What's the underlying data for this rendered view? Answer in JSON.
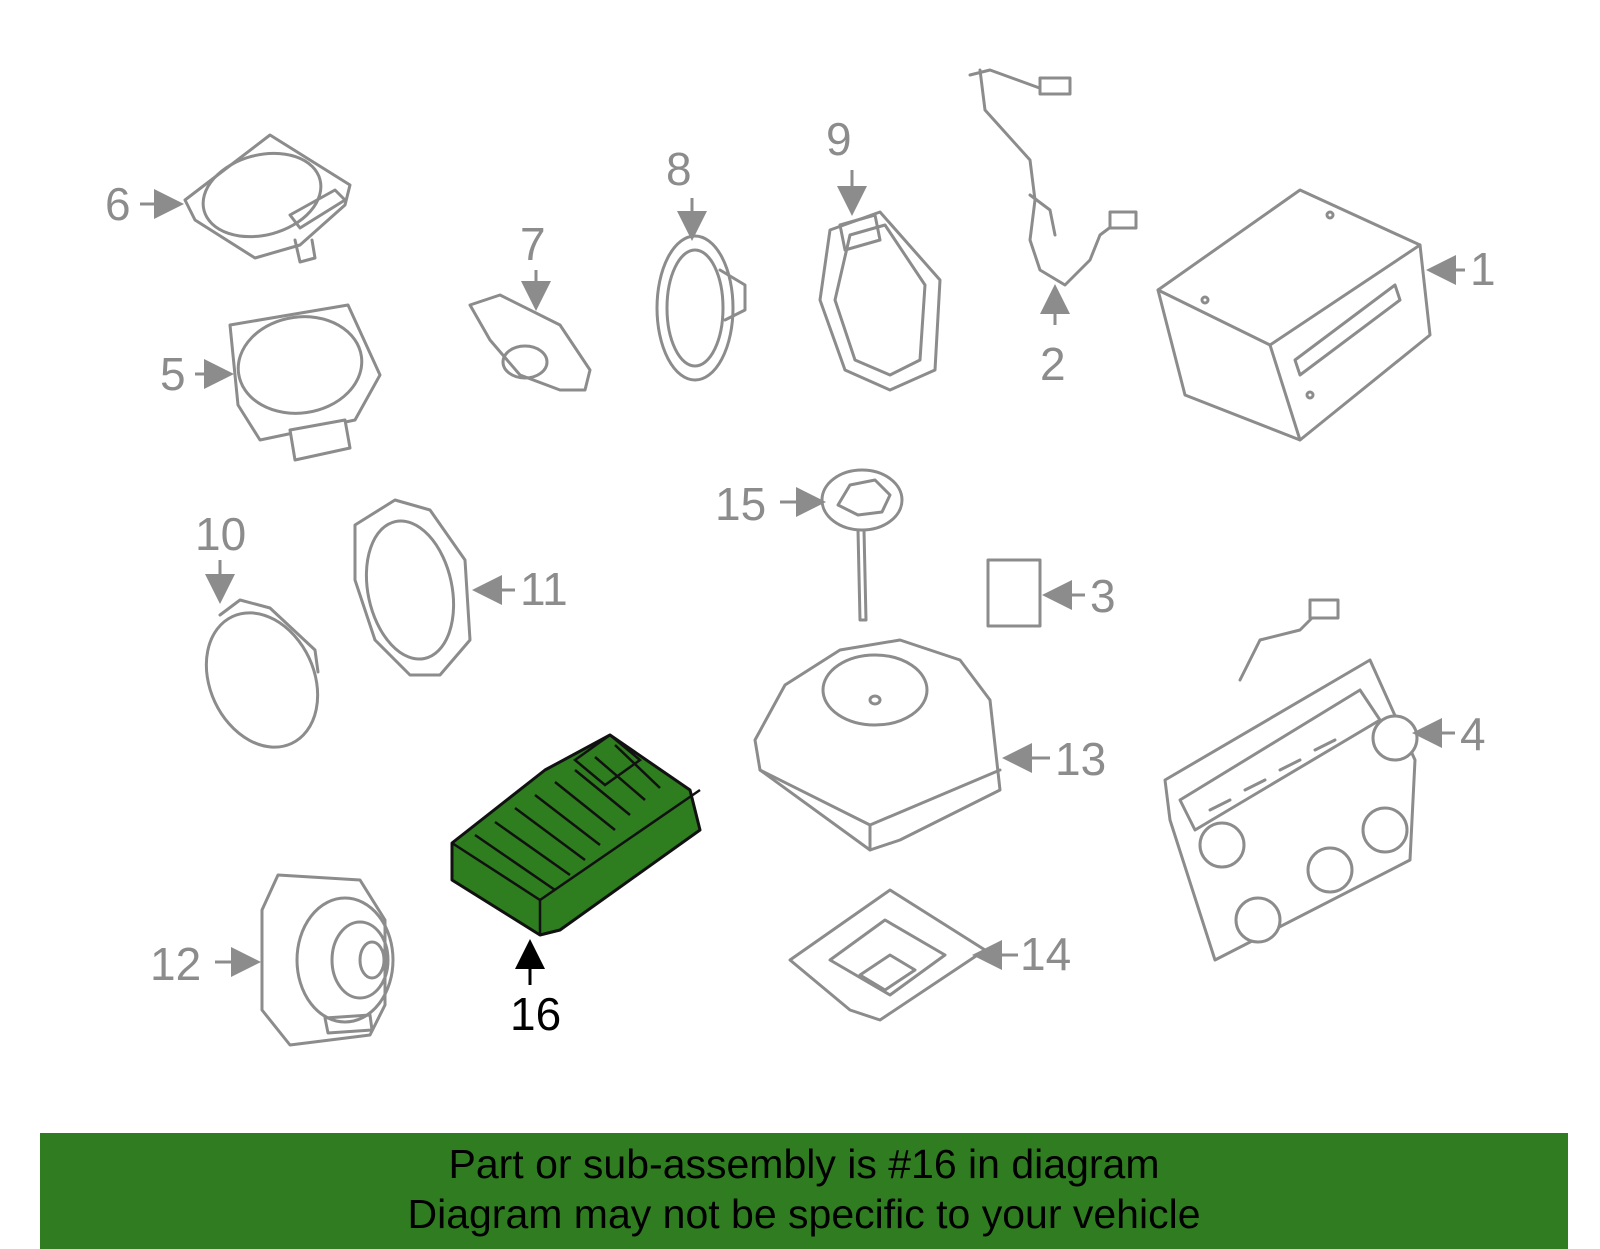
{
  "diagram": {
    "highlighted_part": "16",
    "highlight_color": "#2e7d1e",
    "callouts": [
      "1",
      "2",
      "3",
      "4",
      "5",
      "6",
      "7",
      "8",
      "9",
      "10",
      "11",
      "12",
      "13",
      "14",
      "15",
      "16"
    ]
  },
  "banner": {
    "line1": "Part or sub-assembly is #16 in diagram",
    "line2": "Diagram may not be specific to your vehicle",
    "background": "#2f7d20"
  }
}
